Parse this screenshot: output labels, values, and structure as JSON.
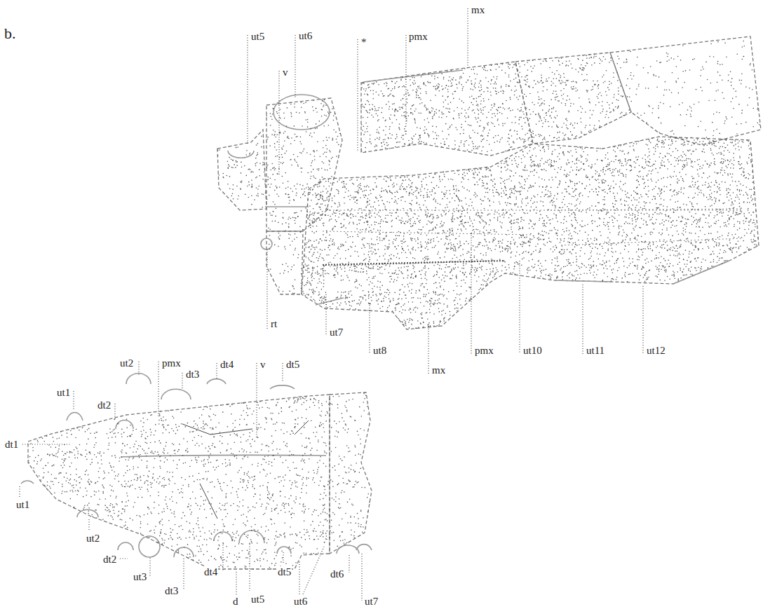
{
  "diagram": {
    "labels": [
      "b.",
      "ut5",
      "v",
      "ut6",
      "*",
      "pmx",
      "mx",
      "rt",
      "ut7",
      "ut8",
      "mx",
      "pmx",
      "ut10",
      "ut11",
      "ut12",
      "ut2",
      "pmx",
      "dt3",
      "dt4",
      "v",
      "dt5",
      "ut1",
      "dt2",
      "dt1",
      "ut1",
      "ut2",
      "dt2",
      "ut3",
      "dt3",
      "dt4",
      "d",
      "ut5",
      "dt5",
      "ut6",
      "dt6",
      "ut7"
    ]
  }
}
